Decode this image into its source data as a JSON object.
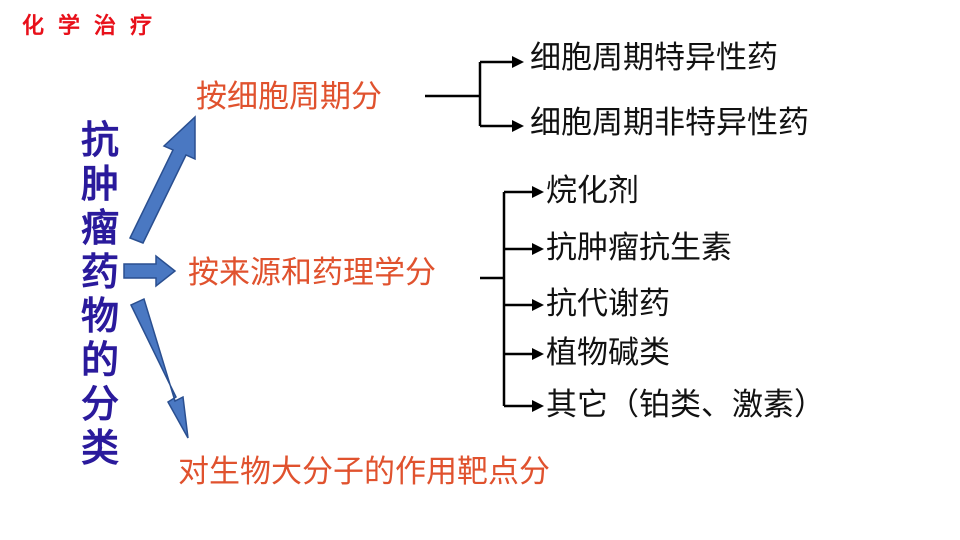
{
  "header": {
    "title": "化学治疗"
  },
  "root": {
    "label": "抗肿瘤药物的分类"
  },
  "categories": [
    {
      "label": "按细胞周期分",
      "children": [
        "细胞周期特异性药",
        "细胞周期非特异性药"
      ]
    },
    {
      "label": "按来源和药理学分",
      "children": [
        "烷化剂",
        "抗肿瘤抗生素",
        "抗代谢药",
        "植物碱类",
        "其它（铂类、激素）"
      ]
    },
    {
      "label": "对生物大分子的作用靶点分",
      "children": []
    }
  ],
  "colors": {
    "header": "#e8101a",
    "root": "#2a1a9c",
    "category": "#e0522e",
    "arrow_fill": "#4a78c2",
    "arrow_stroke": "#2a4f90",
    "leaf": "#111111"
  }
}
